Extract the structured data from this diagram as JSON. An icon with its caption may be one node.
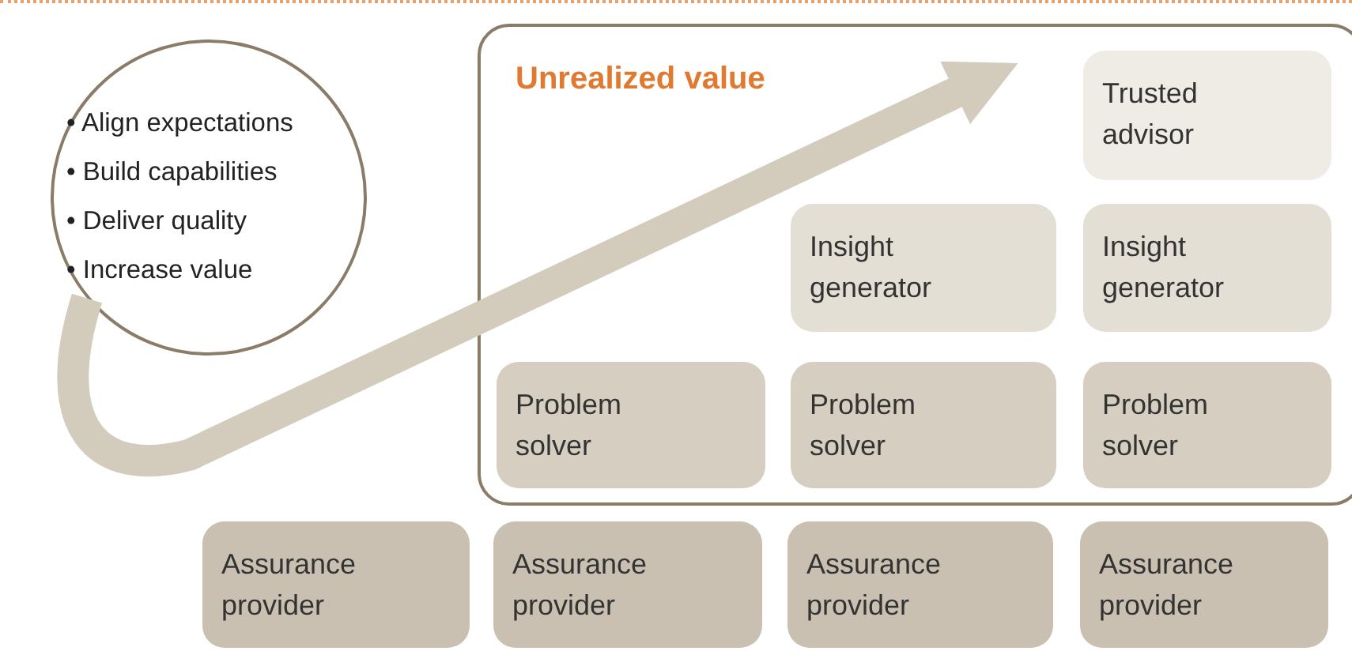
{
  "diagram": {
    "nodes": [
      {
        "text": [
          "• Align expectations",
          "• Build capabilities",
          "• Deliver quality",
          "• Increase value"
        ]
      },
      {
        "text": [
          "Unrealized value"
        ]
      },
      {
        "text": [
          "Trusted advisor"
        ],
        "in": 1
      },
      {
        "text": [
          "Insight generator"
        ],
        "in": 1
      },
      {
        "text": [
          "Insight generator"
        ],
        "in": 1
      },
      {
        "text": [
          "Problem solver"
        ],
        "in": 1
      },
      {
        "text": [
          "Problem solver"
        ],
        "in": 1
      },
      {
        "text": [
          "Problem solver"
        ],
        "in": 1
      },
      {
        "text": [
          "Assurance provider"
        ]
      },
      {
        "text": [
          "Assurance provider"
        ]
      },
      {
        "text": [
          "Assurance provider"
        ]
      },
      {
        "text": [
          "Assurance provider"
        ]
      }
    ],
    "edges": [
      {
        "from": 0,
        "to": 1,
        "arrow": "to"
      }
    ]
  }
}
